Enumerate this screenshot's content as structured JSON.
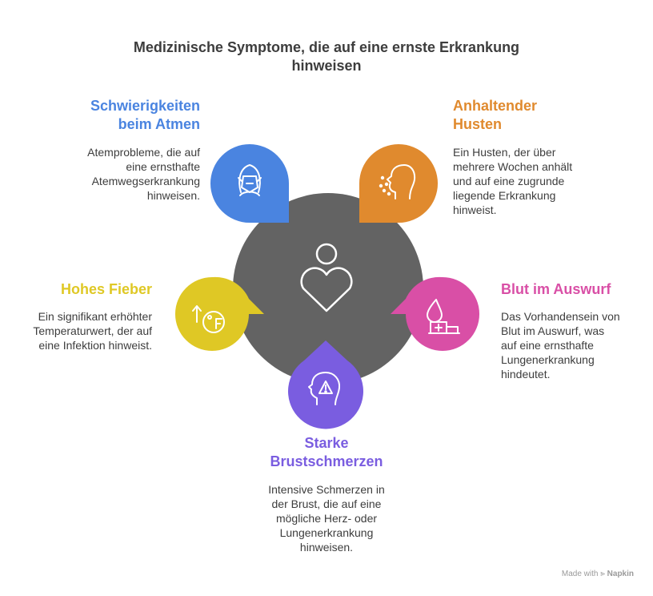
{
  "title": [
    "Medizinische Symptome, die auf eine ernste Erkrankung",
    "hinweisen"
  ],
  "colors": {
    "center": "#636363",
    "breathing": "#4a84e0",
    "cough": "#e08a2e",
    "fever": "#dfc825",
    "blood": "#d94fa6",
    "chest": "#7a5de0",
    "text": "#3d3d3d"
  },
  "center_icon": "person-heart-icon",
  "items": [
    {
      "key": "breathing",
      "heading": [
        "Schwierigkeiten",
        "beim Atmen"
      ],
      "description": [
        "Atemprobleme, die auf",
        "eine ernsthafte",
        "Atemwegserkrankung",
        "hinweisen."
      ],
      "icon": "respirator-mask-icon"
    },
    {
      "key": "cough",
      "heading": [
        "Anhaltender",
        "Husten"
      ],
      "description": [
        "Ein Husten, der über",
        "mehrere Wochen anhält",
        "und auf eine zugrunde",
        "liegende Erkrankung",
        "hinweist."
      ],
      "icon": "coughing-head-icon"
    },
    {
      "key": "fever",
      "heading": [
        "Hohes Fieber"
      ],
      "description": [
        "Ein signifikant erhöhter",
        "Temperaturwert, der auf",
        "eine Infektion hinweist."
      ],
      "icon": "rising-temperature-icon"
    },
    {
      "key": "blood",
      "heading": [
        "Blut im Auswurf"
      ],
      "description": [
        "Das Vorhandensein von",
        "Blut im Auswurf, was",
        "auf eine ernsthafte",
        "Lungenerkrankung",
        "hindeutet."
      ],
      "icon": "blood-drop-hospital-icon"
    },
    {
      "key": "chest",
      "heading": [
        "Starke",
        "Brustschmerzen"
      ],
      "description": [
        "Intensive Schmerzen in",
        "der Brust, die auf eine",
        "mögliche Herz- oder",
        "Lungenerkrankung",
        "hinweisen."
      ],
      "icon": "head-warning-icon"
    }
  ],
  "footer": {
    "prefix": "Made with",
    "brand": "Napkin"
  }
}
